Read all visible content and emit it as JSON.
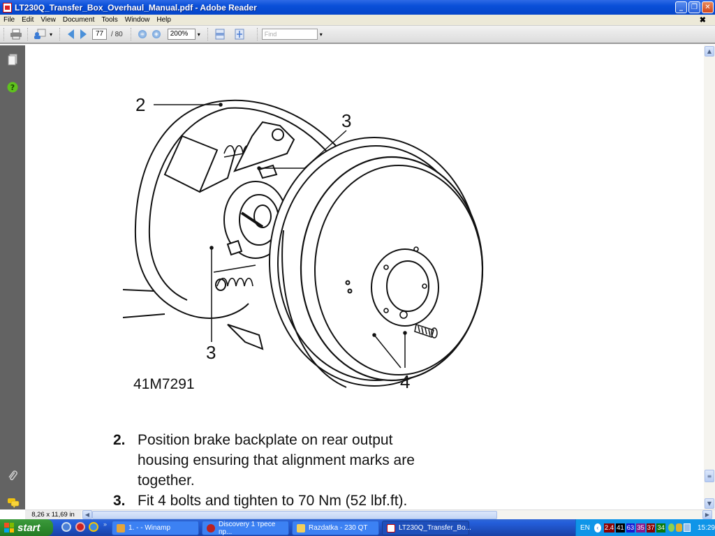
{
  "window": {
    "title": "LT230Q_Transfer_Box_Overhaul_Manual.pdf - Adobe Reader",
    "controls": {
      "minimize": "_",
      "restore": "❐",
      "close": "✕"
    }
  },
  "menubar": {
    "items": [
      "File",
      "Edit",
      "View",
      "Document",
      "Tools",
      "Window",
      "Help"
    ],
    "doc_close": "✖"
  },
  "toolbar": {
    "current_page": "77",
    "total_pages": "/ 80",
    "zoom": "200%",
    "find_placeholder": "Find",
    "icons": [
      "print-icon",
      "email-icon",
      "prev-page-icon",
      "next-page-icon",
      "zoom-out-icon",
      "zoom-in-icon",
      "fit-page-icon",
      "fit-width-icon"
    ]
  },
  "sidebar": {
    "icons": [
      "pages-icon",
      "help-icon",
      "attachment-icon",
      "comments-icon"
    ]
  },
  "document": {
    "figure": {
      "id": "41M7291",
      "callouts": [
        "2",
        "3",
        "3",
        "4"
      ]
    },
    "steps": [
      {
        "number": "2.",
        "lines": [
          "Position brake backplate on rear output",
          "housing ensuring that alignment marks are",
          "together."
        ]
      },
      {
        "number": "3.",
        "lines": [
          "Fit 4 bolts and tighten to 70 Nm (52 lbf.ft)."
        ]
      }
    ]
  },
  "statusbar": {
    "page_size": "8,26 x 11,69 in"
  },
  "taskbar": {
    "start_label": "start",
    "tasks": [
      {
        "label": "1. - - Winamp",
        "active": false
      },
      {
        "label": "Discovery 1 тресе пр...",
        "active": false
      },
      {
        "label": "Razdatka - 230 QT",
        "active": false
      },
      {
        "label": "LT230Q_Transfer_Bo...",
        "active": true
      }
    ],
    "tray": {
      "language": "EN",
      "counters": [
        {
          "value": "2.4",
          "color": "#8b0000"
        },
        {
          "value": "41",
          "color": "#000000"
        },
        {
          "value": "63",
          "color": "#1a1ad0"
        },
        {
          "value": "35",
          "color": "#8b1a8b"
        },
        {
          "value": "37",
          "color": "#8b0000"
        },
        {
          "value": "34",
          "color": "#0a7a0a"
        }
      ],
      "clock": "15:29"
    }
  }
}
